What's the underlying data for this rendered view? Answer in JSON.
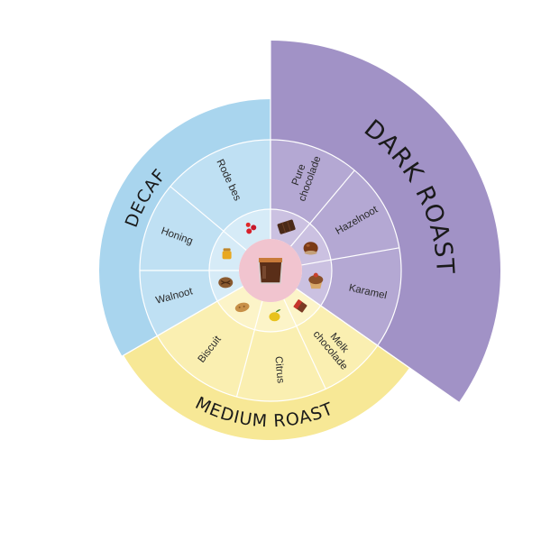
{
  "categories": [
    {
      "name": "DARK ROAST",
      "outer_color": "#a192c6",
      "ring2_color": "#b4a8d3",
      "ring1_color": "#cbc1e1",
      "flavors": [
        {
          "label": "Pure\nchocolade",
          "icon": "dark-chocolate-icon"
        },
        {
          "label": "Hazelnoot",
          "icon": "chestnut-icon"
        },
        {
          "label": "Karamel",
          "icon": "cupcake-icon"
        }
      ]
    },
    {
      "name": "MEDIUM ROAST",
      "outer_color": "#f7e896",
      "ring2_color": "#faefb1",
      "ring1_color": "#fcf4c8",
      "flavors": [
        {
          "label": "Melk\nchocolade",
          "icon": "milk-chocolate-icon"
        },
        {
          "label": "Citrus",
          "icon": "lemon-icon"
        },
        {
          "label": "Biscuit",
          "icon": "biscuit-icon"
        }
      ]
    },
    {
      "name": "DECAF",
      "outer_color": "#a9d5ee",
      "ring2_color": "#bfe0f3",
      "ring1_color": "#d6ebf7",
      "flavors": [
        {
          "label": "Walnoot",
          "icon": "walnut-icon"
        },
        {
          "label": "Honing",
          "icon": "honey-icon"
        },
        {
          "label": "Rode bes",
          "icon": "red-berries-icon"
        }
      ]
    }
  ],
  "center": {
    "icon": "coffee-glass-icon",
    "color": "#f1c4cf"
  }
}
